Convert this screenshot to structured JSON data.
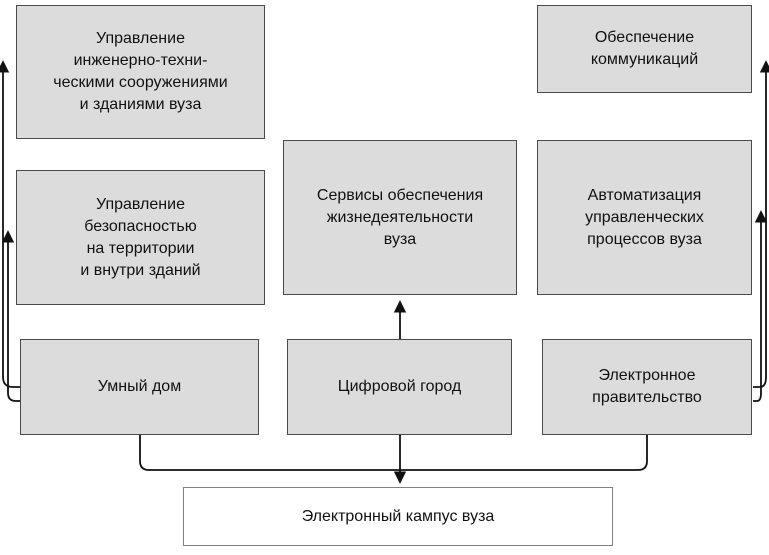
{
  "colors": {
    "background": "#ffffff",
    "box_fill": "#dcdcdc",
    "box_border": "#4a4a4a",
    "bottom_box_fill": "#ffffff",
    "bottom_box_border": "#808080",
    "arrow": "#111111"
  },
  "nodes": {
    "engineering": {
      "label": "Управление\nинженерно-техни-\nческими сооружениями\nи зданиями вуза"
    },
    "communications": {
      "label": "Обеспечение\nкоммуникаций"
    },
    "security": {
      "label": "Управление\nбезопасностью\nна территории\nи внутри зданий"
    },
    "life_services": {
      "label": "Сервисы обеспечения\nжизнедеятельности\nвуза"
    },
    "automation": {
      "label": "Автоматизация\nуправленческих\nпроцессов вуза"
    },
    "smart_home": {
      "label": "Умный дом"
    },
    "digital_city": {
      "label": "Цифровой город"
    },
    "e_government": {
      "label": "Электронное\nправительство"
    },
    "e_campus": {
      "label": "Электронный кампус вуза"
    }
  },
  "edges": [
    {
      "from": "smart_home",
      "to": "engineering"
    },
    {
      "from": "smart_home",
      "to": "security"
    },
    {
      "from": "digital_city",
      "to": "life_services"
    },
    {
      "from": "e_government",
      "to": "automation"
    },
    {
      "from": "e_government",
      "to": "communications"
    },
    {
      "from": "smart_home",
      "to": "e_campus"
    },
    {
      "from": "digital_city",
      "to": "e_campus"
    },
    {
      "from": "e_government",
      "to": "e_campus"
    }
  ]
}
